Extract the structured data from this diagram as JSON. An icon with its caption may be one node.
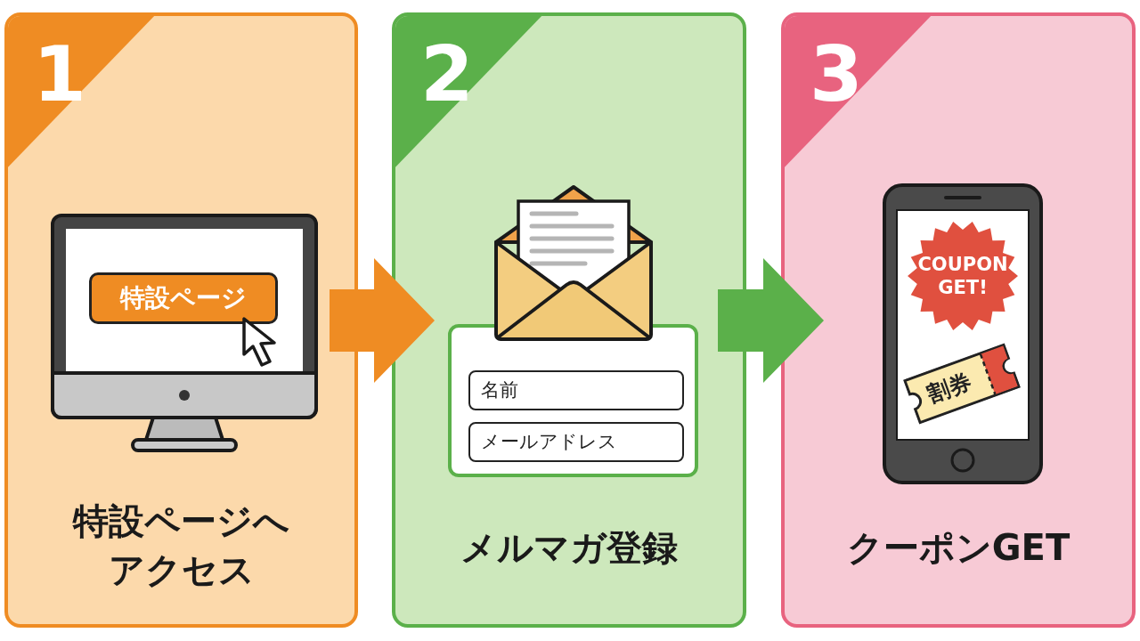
{
  "diagram": {
    "nodes": [
      {
        "text": [
          "1",
          "特設ページへアクセス"
        ]
      },
      {
        "text": [
          "特設ページ"
        ],
        "in": 0
      },
      {
        "text": [
          "2",
          "メルマガ登録"
        ]
      },
      {
        "text": [],
        "shape": "box",
        "in": 2
      },
      {
        "text": [
          "名前"
        ],
        "in": 3
      },
      {
        "text": [
          "メールアドレス"
        ],
        "in": 3
      },
      {
        "text": [
          "3",
          "クーポンGET"
        ]
      },
      {
        "text": [
          "COUPON GET!"
        ],
        "in": 6
      },
      {
        "text": [
          "割券"
        ],
        "in": 6
      }
    ],
    "edges": [
      {
        "from": 0,
        "to": 2,
        "arrow": "to",
        "color": "#ef8c23"
      },
      {
        "from": 2,
        "to": 6,
        "arrow": "to",
        "color": "#5bb04a"
      }
    ]
  }
}
